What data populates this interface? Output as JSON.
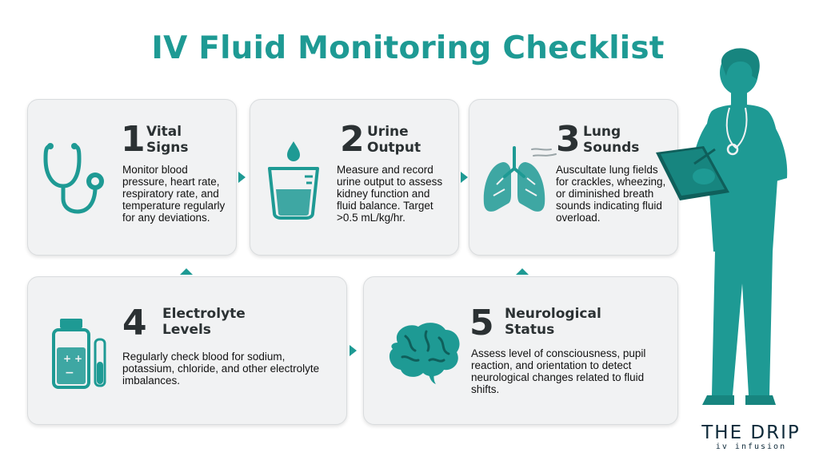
{
  "title": "IV Fluid Monitoring Checklist",
  "colors": {
    "accent": "#1e9a94",
    "card_bg": "#f1f2f3",
    "text": "#2b3133"
  },
  "cards": [
    {
      "number": "1",
      "heading_line1": "Vital",
      "heading_line2": "Signs",
      "text": "Monitor blood pressure, heart rate, respiratory rate, and temperature regularly for any deviations.",
      "icon": "stethoscope-icon"
    },
    {
      "number": "2",
      "heading_line1": "Urine",
      "heading_line2": "Output",
      "text": "Measure and record urine output to assess kidney function and fluid balance. Target >0.5 mL/kg/hr.",
      "icon": "measuring-beaker-icon"
    },
    {
      "number": "3",
      "heading_line1": "Lung",
      "heading_line2": "Sounds",
      "text": "Auscultate lung fields for crackles, wheezing, or diminished breath sounds indicating fluid overload.",
      "icon": "lungs-icon"
    },
    {
      "number": "4",
      "heading_line1": "Electrolyte",
      "heading_line2": "Levels",
      "text": "Regularly check blood for sodium, potassium, chloride, and other electrolyte imbalances.",
      "icon": "electrolyte-bottle-icon"
    },
    {
      "number": "5",
      "heading_line1": "Neurological",
      "heading_line2": "Status",
      "text": "Assess level of consciousness, pupil reaction, and orientation to detect neurological changes related to fluid shifts.",
      "icon": "brain-icon"
    }
  ],
  "logo": {
    "main": "THE DRIP",
    "sub": "iv infusion"
  }
}
